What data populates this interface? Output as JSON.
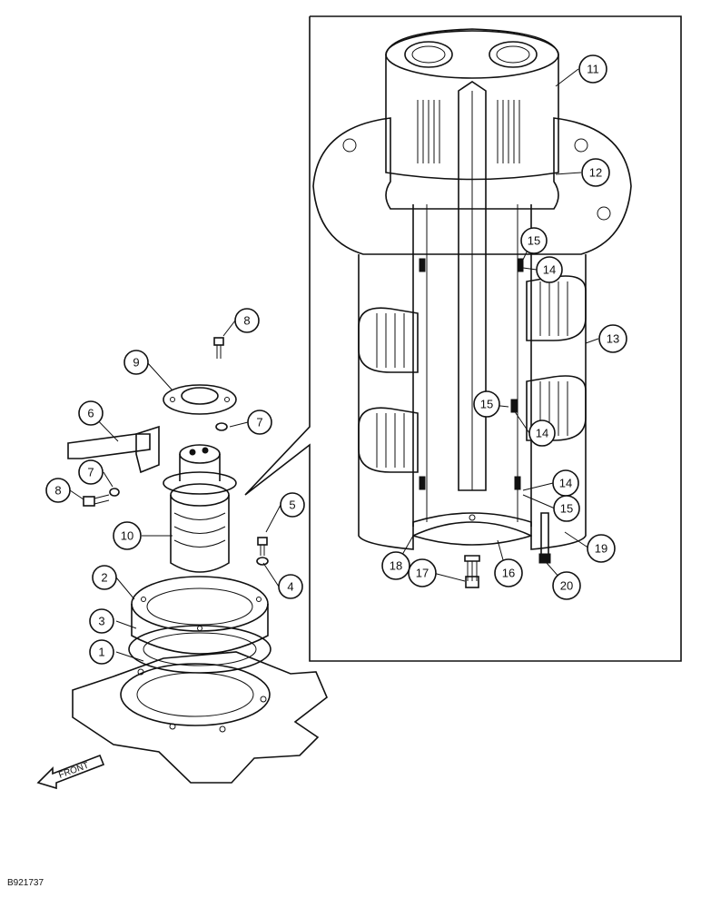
{
  "callouts": {
    "c1": "1",
    "c2": "2",
    "c3": "3",
    "c4": "4",
    "c5": "5",
    "c6": "6",
    "c7a": "7",
    "c7b": "7",
    "c8a": "8",
    "c8b": "8",
    "c9": "9",
    "c10": "10",
    "c11": "11",
    "c12": "12",
    "c13": "13",
    "c14a": "14",
    "c14b": "14",
    "c14c": "14",
    "c15a": "15",
    "c15b": "15",
    "c15c": "15",
    "c16": "16",
    "c17": "17",
    "c18": "18",
    "c19": "19",
    "c20": "20"
  },
  "front_label": "FRONT",
  "reference_code": "B921737",
  "colors": {
    "ink": "#111111",
    "paper": "#ffffff"
  }
}
